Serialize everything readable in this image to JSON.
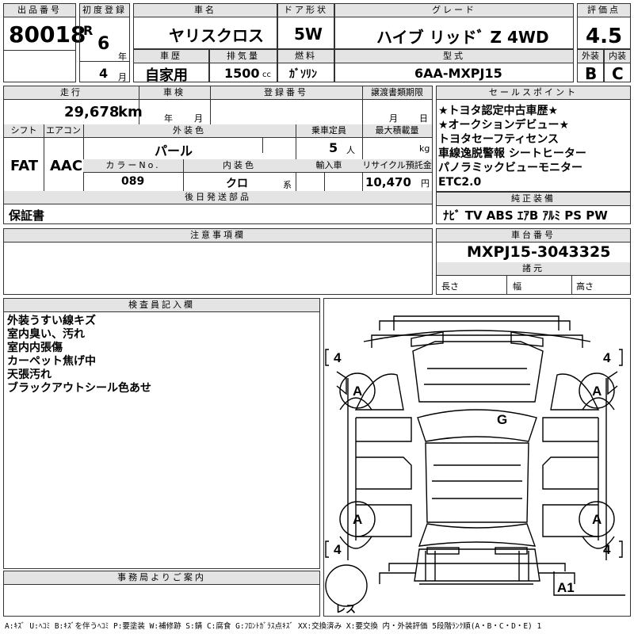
{
  "labels": {
    "lot_no": "出品番号",
    "first_reg": "初度登録",
    "car_name": "車名",
    "door": "ドア形状",
    "grade": "グレード",
    "score": "評価点",
    "history": "車歴",
    "displacement": "排気量",
    "fuel": "燃料",
    "model": "型式",
    "exterior": "外装",
    "interior": "内装",
    "mileage": "走行",
    "inspection": "車検",
    "reg_no": "登録番号",
    "transfer": "譲渡書類期限",
    "sales_points": "セールスポイント",
    "shift": "シフト",
    "aircon": "エアコン",
    "ext_color": "外装色",
    "capacity": "乗車定員",
    "max_load": "最大積載量",
    "color_no": "カラーNo.",
    "int_color": "内装色",
    "import": "輸入車",
    "recycle": "リサイクル預託金",
    "later_items": "後日発送部品",
    "equipment": "純正装備",
    "notes": "注意事項欄",
    "chassis_no": "車台番号",
    "dims": "諸元",
    "length": "長さ",
    "width": "幅",
    "height": "高さ",
    "inspector": "検査員記入欄",
    "office": "事務局よりご案内"
  },
  "units": {
    "year": "年",
    "month": "月",
    "cc": "cc",
    "km": "km",
    "persons": "人",
    "kg": "kg",
    "yen": "円",
    "kei": "系",
    "insp_year": "年",
    "insp_month": "月",
    "tr_month": "月",
    "tr_day": "日"
  },
  "vehicle": {
    "lot_no": "80018",
    "era": "R",
    "year": "6",
    "month": "4",
    "car_name": "ヤリスクロス",
    "door": "5W",
    "grade": "ハイブ リッドﾞ Z 4WD",
    "score": "4.5",
    "history": "自家用",
    "displacement": "1500",
    "fuel": "ｶﾞｿﾘﾝ",
    "model": "6AA-MXPJ15",
    "exterior_grade": "B",
    "interior_grade": "C",
    "mileage": "29,678",
    "shift": "FAT",
    "aircon": "AAC",
    "ext_color": "パール",
    "capacity": "5",
    "color_no": "089",
    "int_color": "クロ",
    "recycle": "10,470",
    "chassis_no": "MXPJ15-3043325"
  },
  "later_parts": "保証書",
  "sales_points": [
    "★トヨタ認定中古車歴★",
    "★オークションデビュー★",
    "トヨタセーフティセンス",
    "車線逸脱警報 シートヒーター",
    "パノラミックビューモニター",
    "ETC2.0"
  ],
  "equipment": "ﾅﾋﾞ TV ABS ｴｱB ｱﾙﾐ PS PW",
  "inspector_notes": [
    "外装うすい線キズ",
    "室内臭い、汚れ",
    "室内内張傷",
    "カーペット焦げ中",
    "天張汚れ",
    "ブラックアウトシール色あせ"
  ],
  "diagram": {
    "tire_fl": "4",
    "tire_fr": "4",
    "tire_rl": "4",
    "tire_rr": "4",
    "wheel_a": "A",
    "roof_g": "G",
    "rear_a1": "A1",
    "lens": "レス"
  },
  "legend": "A:ｷｽﾞ U:ﾍｺﾐ B:ｷｽﾞを伴うﾍｺﾐ P:要塗装 W:補修跡 S:錆 C:腐食 G:ﾌﾛﾝﾄｶﾞﾗｽ点ｷｽﾞ XX:交換済み X:要交換 内・外装評価 5段階ﾗﾝｸ順(A・B・C・D・E) 1"
}
